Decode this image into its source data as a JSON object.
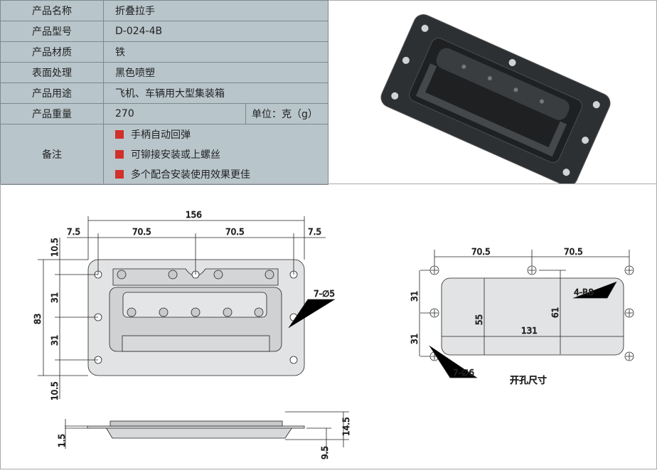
{
  "spec": {
    "rows": [
      {
        "label": "产品名称",
        "value": "折叠拉手"
      },
      {
        "label": "产品型号",
        "value": "D-024-4B"
      },
      {
        "label": "产品材质",
        "value": "铁"
      },
      {
        "label": "表面处理",
        "value": "黑色喷塑"
      },
      {
        "label": "产品用途",
        "value": "飞机、车辆用大型集装箱"
      },
      {
        "label": "产品重量",
        "value": "270",
        "unit": "单位：克（g）"
      }
    ],
    "notes_label": "备注",
    "notes": [
      "手柄自动回弹",
      "可铆接安装或上螺丝",
      "多个配合安装使用效果更佳"
    ],
    "bullet_color": "#d0312a"
  },
  "drawing": {
    "overall_width": "156",
    "edge_left": "7.5",
    "edge_right": "7.5",
    "pitch_left": "70.5",
    "pitch_right": "70.5",
    "top_margin": "10.5",
    "bottom_margin": "10.5",
    "height": "83",
    "v_pitch1": "31",
    "v_pitch2": "31",
    "holes": "7-∅5",
    "thickness": "1.5",
    "total_height": "14.5",
    "depth": "9.5"
  },
  "cutout": {
    "pitch_left": "70.5",
    "pitch_right": "70.5",
    "v_pitch1": "31",
    "v_pitch2": "31",
    "radius": "4-R8",
    "inner_height": "55",
    "hole_span": "61",
    "width": "131",
    "holes": "7-∅6",
    "caption": "开孔尺寸"
  }
}
